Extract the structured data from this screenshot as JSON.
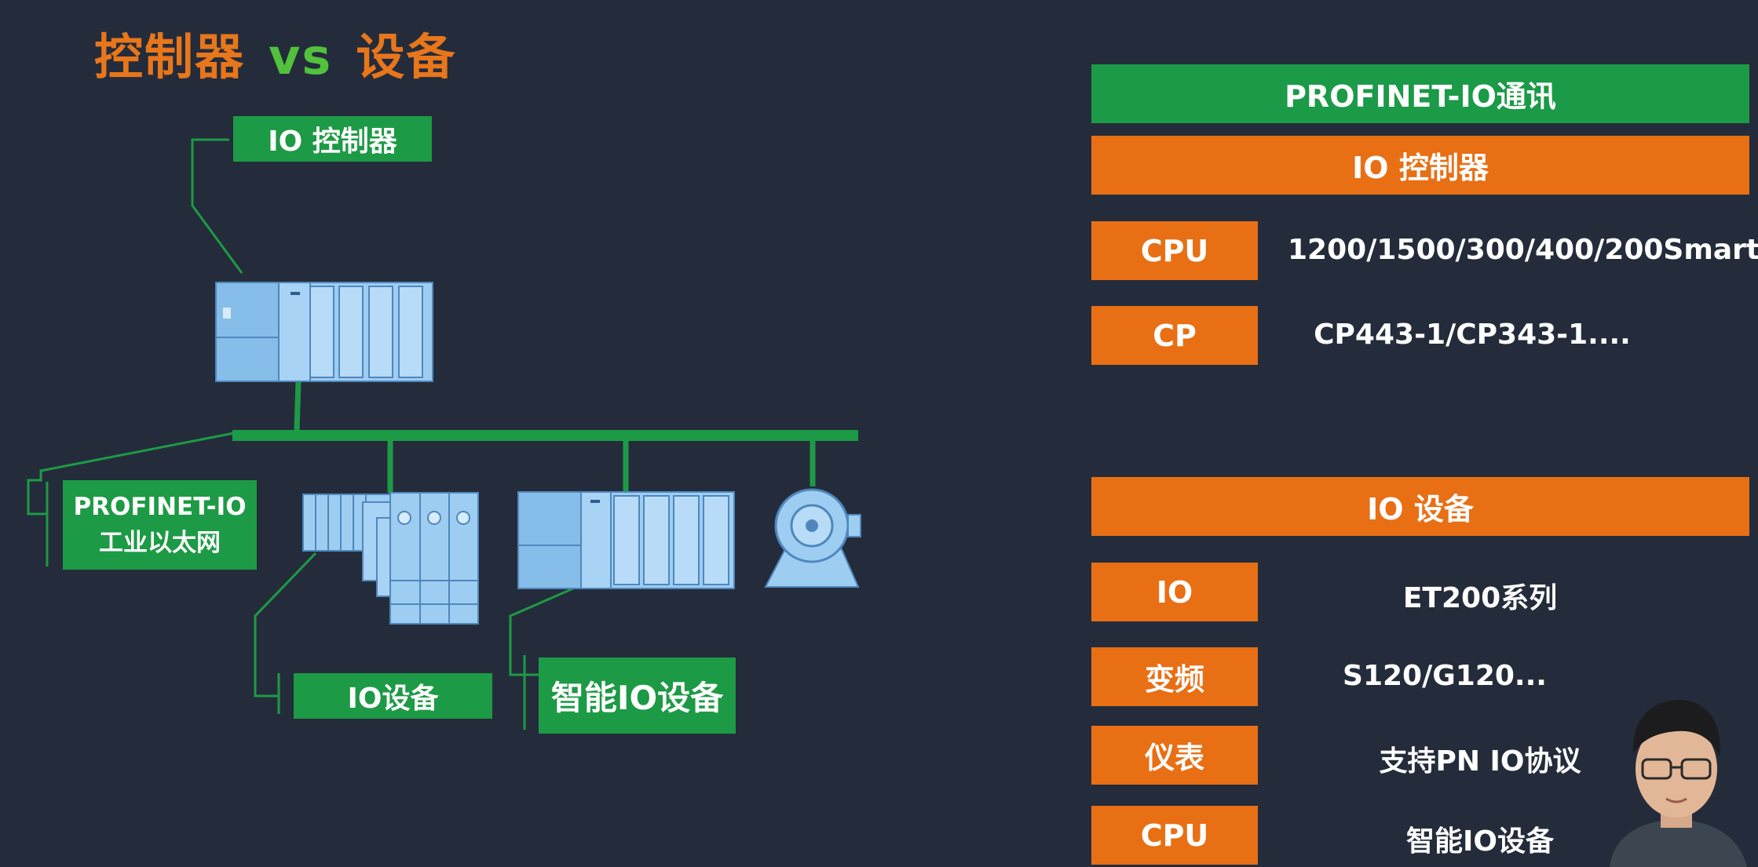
{
  "slide": {
    "title_left": "控制器",
    "title_vs": "vs",
    "title_right": "设备"
  },
  "diagram": {
    "io_controller_label": "IO 控制器",
    "profinet_label_line1": "PROFINET-IO",
    "profinet_label_line2": "工业以太网",
    "io_device_label": "IO设备",
    "smart_io_device_label": "智能IO设备"
  },
  "table": {
    "header": "PROFINET-IO通讯",
    "controller_section": "IO 控制器",
    "controller_rows": [
      {
        "type": "CPU",
        "value": "1200/1500/300/400/200Smart"
      },
      {
        "type": "CP",
        "value": "CP443-1/CP343-1...."
      }
    ],
    "device_section": "IO 设备",
    "device_rows": [
      {
        "type": "IO",
        "value": "ET200系列"
      },
      {
        "type": "变频",
        "value": "S120/G120..."
      },
      {
        "type": "仪表",
        "value": "支持PN IO协议"
      },
      {
        "type": "CPU",
        "value": "智能IO设备"
      }
    ]
  },
  "colors": {
    "background": "#242c3b",
    "green": "#1b9a47",
    "orange": "#e86f14",
    "device_blue": "#8fc3ef"
  }
}
